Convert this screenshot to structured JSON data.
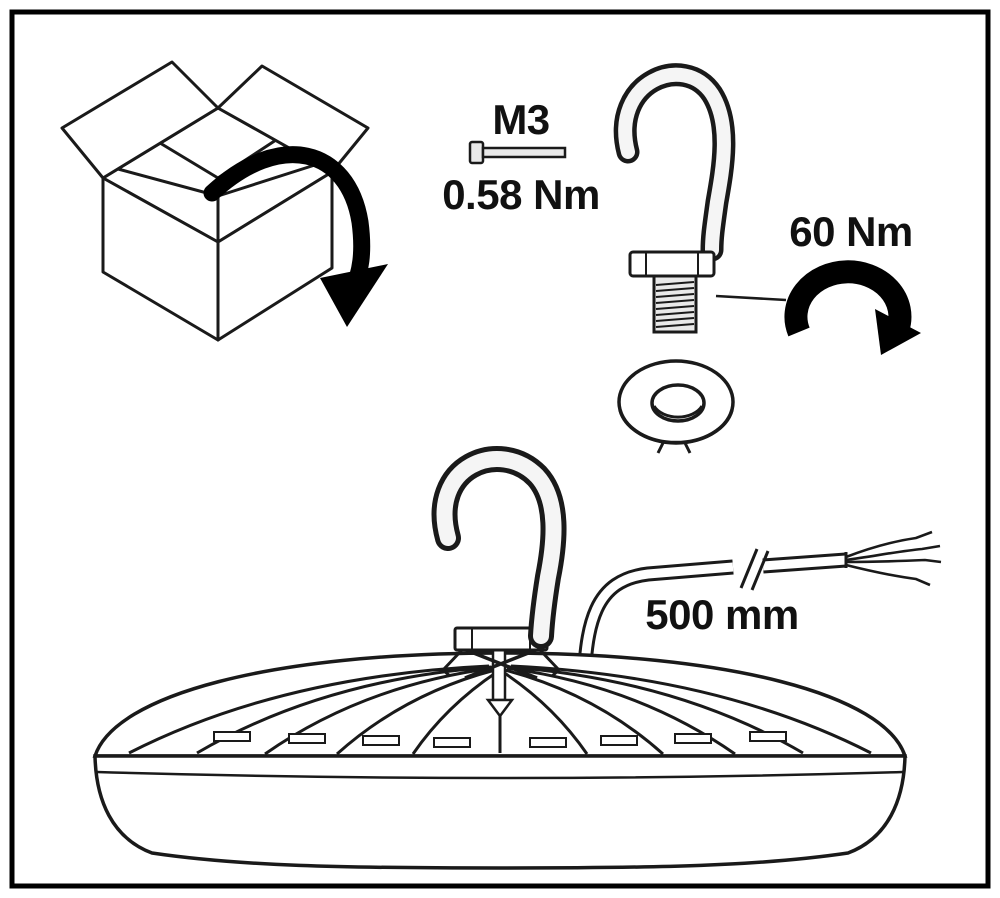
{
  "labels": {
    "screw_size": "M3",
    "screw_torque": "0.58 Nm",
    "hook_torque": "60 Nm",
    "cable_length": "500 mm"
  },
  "colors": {
    "line": "#1a1a1a",
    "background": "#ffffff",
    "arrow_fill": "#000000",
    "shade": "#e9e9e9"
  }
}
